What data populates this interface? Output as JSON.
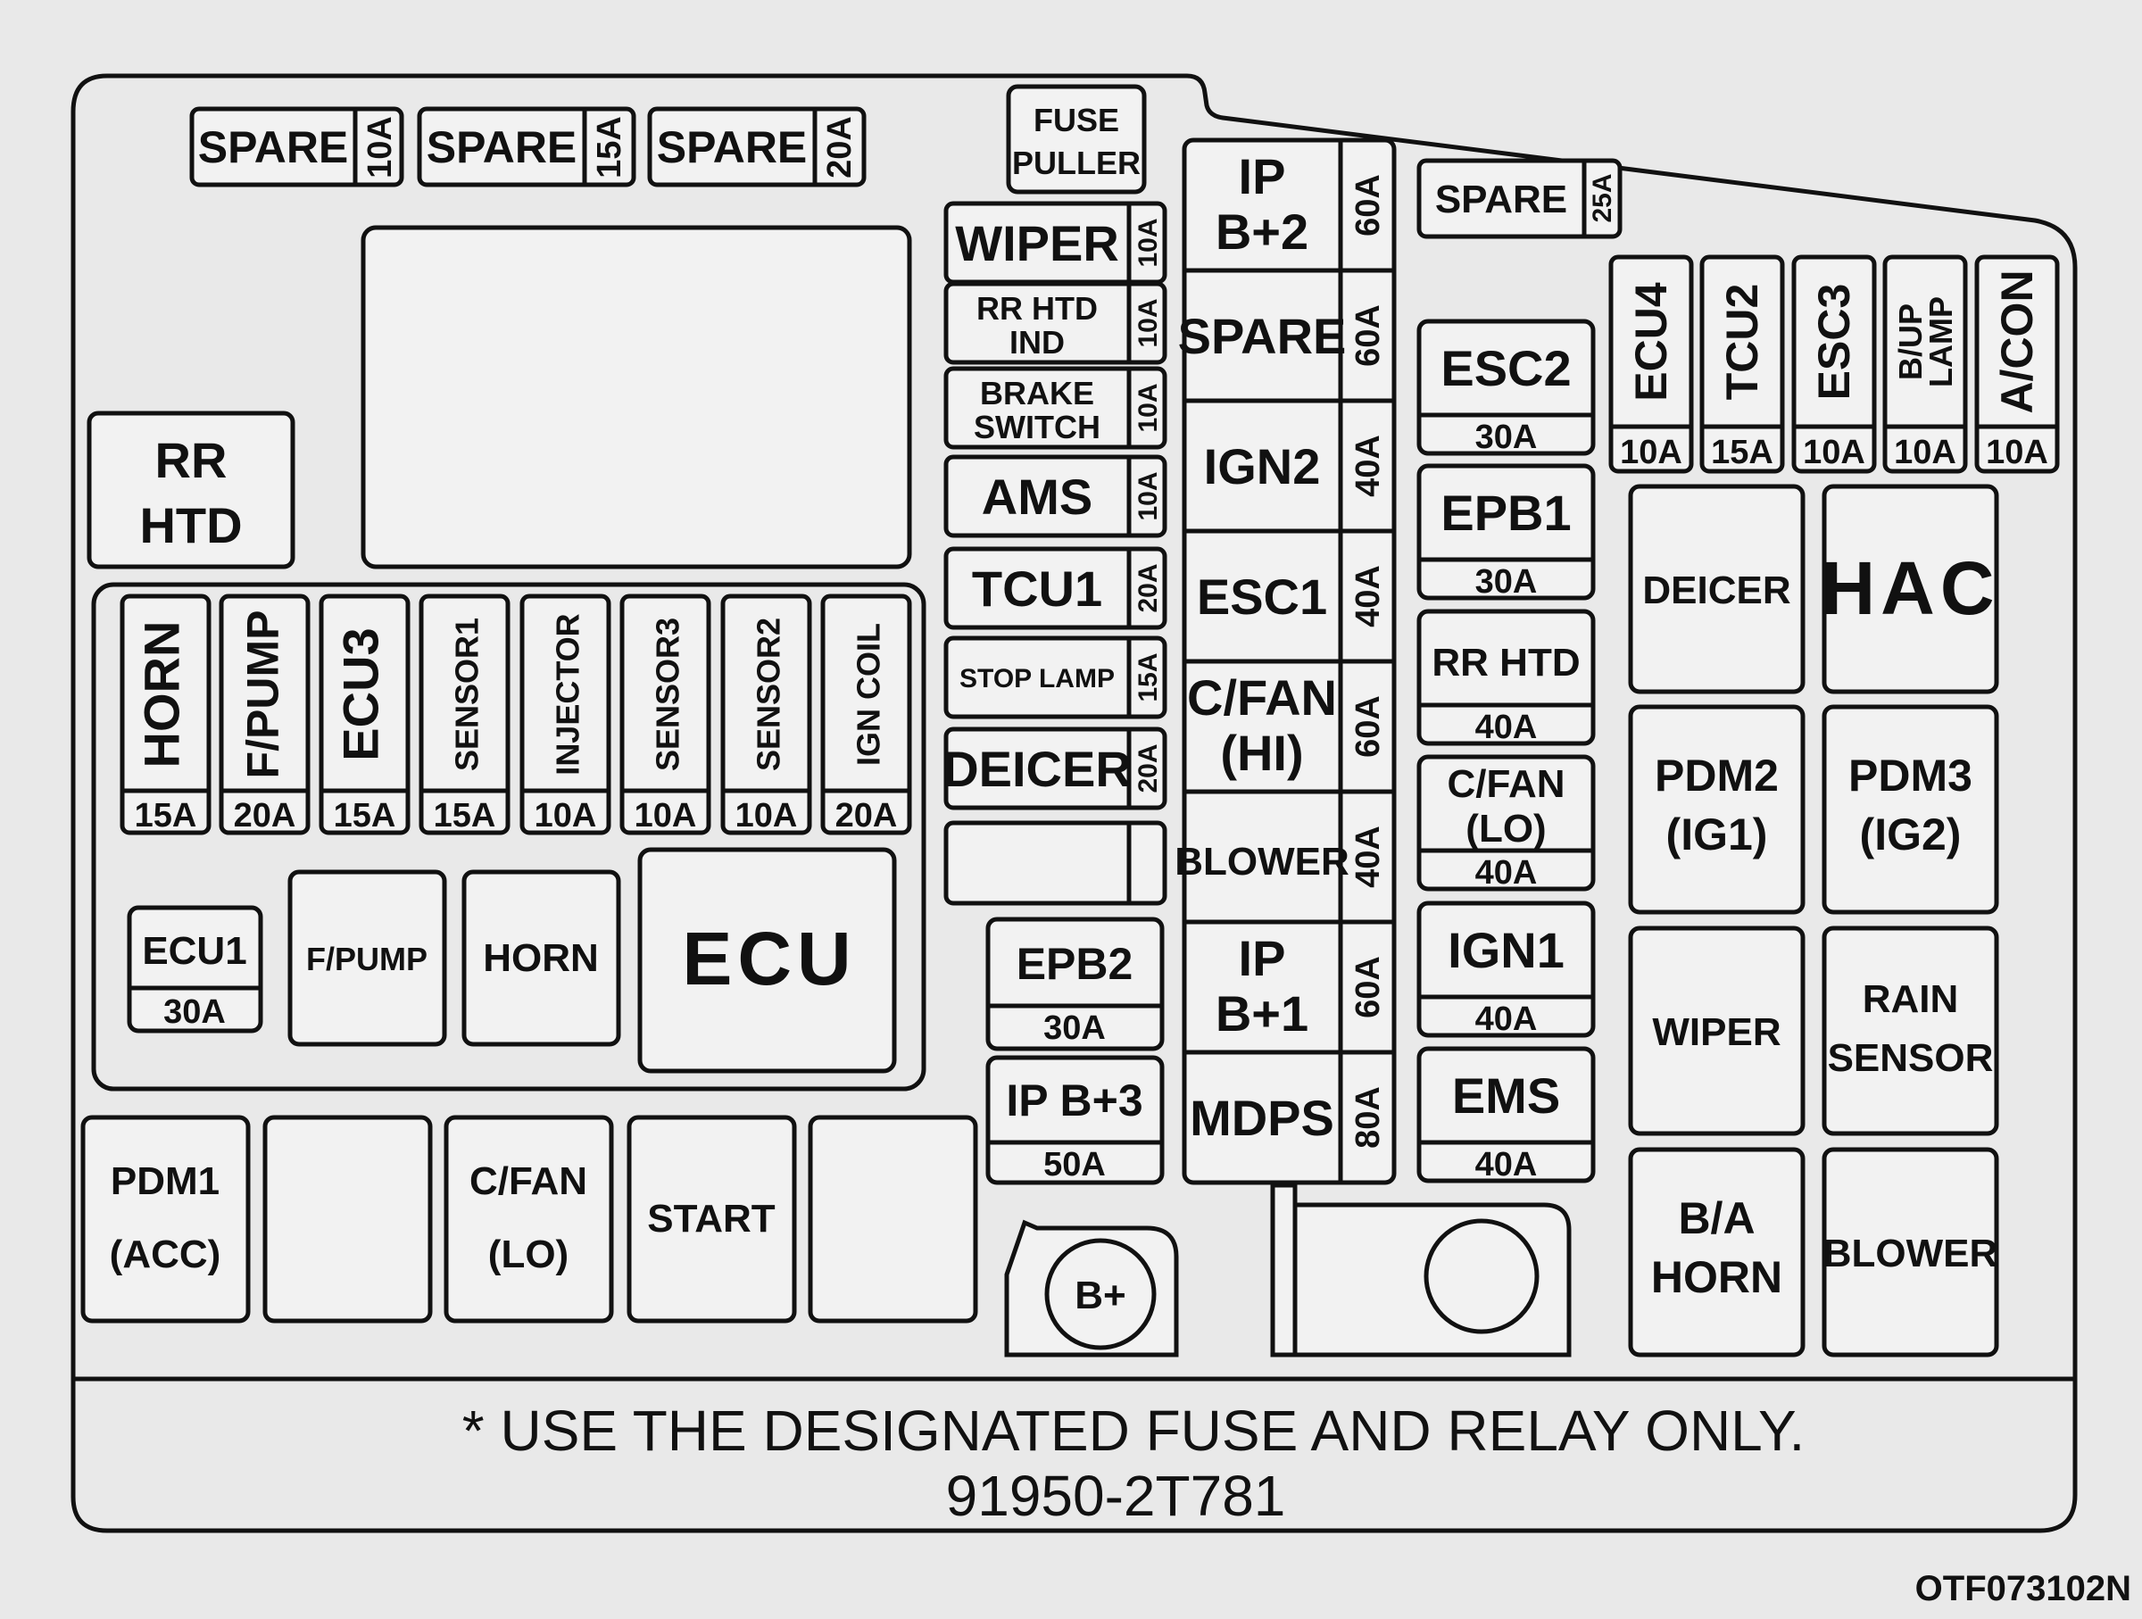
{
  "spares_top": [
    {
      "name": "SPARE",
      "amp": "10A"
    },
    {
      "name": "SPARE",
      "amp": "15A"
    },
    {
      "name": "SPARE",
      "amp": "20A"
    }
  ],
  "fuse_puller": [
    "FUSE",
    "PULLER"
  ],
  "rr_htd_relay": [
    "RR",
    "HTD"
  ],
  "vertical_fuses": [
    {
      "name": "HORN",
      "amp": "15A"
    },
    {
      "name": "F/PUMP",
      "amp": "20A"
    },
    {
      "name": "ECU3",
      "amp": "15A"
    },
    {
      "name": "SENSOR1",
      "amp": "15A"
    },
    {
      "name": "INJECTOR",
      "amp": "10A"
    },
    {
      "name": "SENSOR3",
      "amp": "10A"
    },
    {
      "name": "SENSOR2",
      "amp": "10A"
    },
    {
      "name": "IGN COIL",
      "amp": "20A"
    }
  ],
  "ecu1": {
    "name": "ECU1",
    "amp": "30A"
  },
  "left_relays": {
    "fpump": "F/PUMP",
    "horn": "HORN",
    "ecu": "ECU"
  },
  "bottom_relays": {
    "pdm1": [
      "PDM1",
      "(ACC)"
    ],
    "cfan_lo": [
      "C/FAN",
      "(LO)"
    ],
    "start": "START"
  },
  "middle_fuses": [
    {
      "name": [
        "WIPER"
      ],
      "amp": "10A"
    },
    {
      "name": [
        "RR HTD",
        "IND"
      ],
      "amp": "10A"
    },
    {
      "name": [
        "BRAKE",
        "SWITCH"
      ],
      "amp": "10A"
    },
    {
      "name": [
        "AMS"
      ],
      "amp": "10A"
    },
    {
      "name": [
        "TCU1"
      ],
      "amp": "20A"
    },
    {
      "name": [
        "STOP LAMP"
      ],
      "amp": "15A"
    },
    {
      "name": [
        "DEICER"
      ],
      "amp": "20A"
    }
  ],
  "epb2": {
    "name": "EPB2",
    "amp": "30A"
  },
  "ipb3": {
    "name": "IP B+3",
    "amp": "50A"
  },
  "mega_fuses": [
    {
      "name": [
        "IP",
        "B+2"
      ],
      "amp": "60A"
    },
    {
      "name": [
        "SPARE"
      ],
      "amp": "60A"
    },
    {
      "name": [
        "IGN2"
      ],
      "amp": "40A"
    },
    {
      "name": [
        "ESC1"
      ],
      "amp": "40A"
    },
    {
      "name": [
        "C/FAN",
        "(HI)"
      ],
      "amp": "60A"
    },
    {
      "name": [
        "BLOWER"
      ],
      "amp": "40A"
    },
    {
      "name": [
        "IP",
        "B+1"
      ],
      "amp": "60A"
    },
    {
      "name": [
        "MDPS"
      ],
      "amp": "80A"
    }
  ],
  "b_plus": "B+",
  "spare_25": {
    "name": "SPARE",
    "amp": "25A"
  },
  "right_fuses": [
    {
      "name": [
        "ESC2"
      ],
      "amp": "30A"
    },
    {
      "name": [
        "EPB1"
      ],
      "amp": "30A"
    },
    {
      "name": [
        "RR HTD"
      ],
      "amp": "40A"
    },
    {
      "name": [
        "C/FAN",
        "(LO)"
      ],
      "amp": "40A"
    },
    {
      "name": [
        "IGN1"
      ],
      "amp": "40A"
    },
    {
      "name": [
        "EMS"
      ],
      "amp": "40A"
    }
  ],
  "top_right_fuses": [
    {
      "name": [
        "ECU4"
      ],
      "amp": "10A"
    },
    {
      "name": [
        "TCU2"
      ],
      "amp": "15A"
    },
    {
      "name": [
        "ESC3"
      ],
      "amp": "10A"
    },
    {
      "name": [
        "B/UP",
        "LAMP"
      ],
      "amp": "10A"
    },
    {
      "name": [
        "A/CON"
      ],
      "amp": "10A"
    }
  ],
  "right_relays": [
    [
      "DEICER"
    ],
    [
      "HAC"
    ],
    [
      "PDM2",
      "(IG1)"
    ],
    [
      "PDM3",
      "(IG2)"
    ],
    [
      "WIPER"
    ],
    [
      "RAIN",
      "SENSOR"
    ],
    [
      "B/A",
      "HORN"
    ],
    [
      "BLOWER"
    ]
  ],
  "notice": "* USE THE DESIGNATED FUSE AND RELAY ONLY.",
  "part_number": "91950-2T781",
  "figure_code": "OTF073102N"
}
